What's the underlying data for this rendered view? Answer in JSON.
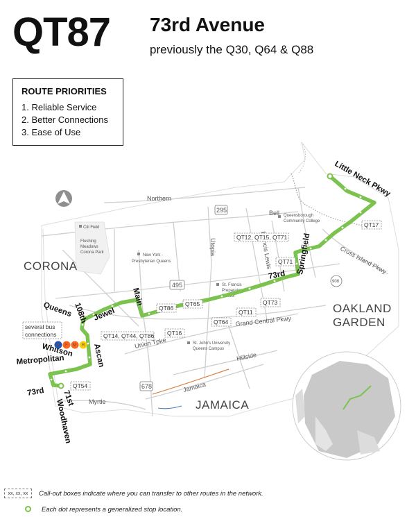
{
  "header": {
    "route_code": "QT87",
    "route_name": "73rd Avenue",
    "previous": "previously the Q30, Q64 & Q88"
  },
  "priorities": {
    "heading": "ROUTE PRIORITIES",
    "items": [
      "1. Reliable Service",
      "2. Better Connections",
      "3. Ease of Use"
    ]
  },
  "map": {
    "places": [
      "CORONA",
      "OAKLAND",
      "GARDEN",
      "JAMAICA"
    ],
    "roads": {
      "northern": "Northern",
      "utopia": "Utopia",
      "francis_lewis": "Francis Lewis",
      "bell": "Bell",
      "cross_island": "Cross Island Pkwy",
      "grand_central": "Grand Central Pkwy",
      "union_tpke": "Union Tpke",
      "hillside": "Hillside",
      "jamaica": "Jamaica",
      "myrtle": "Myrtle",
      "shield_295": "295",
      "shield_495": "495",
      "shield_908": "908",
      "shield_678": "678"
    },
    "landmarks": {
      "citi_field": "Citi Field",
      "fmcp_1": "Flushing",
      "fmcp_2": "Meadows",
      "fmcp_3": "Corona Park",
      "nyp_1": "New York -",
      "nyp_2": "Presbyterian Queens",
      "qcc_1": "Queensborough",
      "qcc_2": "Community College",
      "sfp_1": "St. Francis",
      "sfp_2": "Preparatory",
      "sfp_3": "School",
      "sju_1": "St. John's University",
      "sju_2": "Queens Campus"
    },
    "route_labels": {
      "little_neck": "Little Neck Pkwy",
      "springfield": "Springfield",
      "seventy_third_east": "73rd",
      "main": "Main",
      "jewel": "Jewel",
      "one_oh_eighth": "108th",
      "queens": "Queens",
      "whitson": "Whitson",
      "ascan": "Ascan",
      "metropolitan": "Metropolitan",
      "seventy_third_west": "73rd",
      "seventy_first": "71st",
      "woodhaven": "Woodhaven"
    },
    "callouts": {
      "qt17": "QT17",
      "qt12_15_71": "QT12, QT15, QT71",
      "qt71": "QT71",
      "qt73": "QT73",
      "qt11": "QT11",
      "qt64": "QT64",
      "qt65": "QT65",
      "qt86": "QT86",
      "qt16": "QT16",
      "qt14_44_86": "QT14, QT44, QT86",
      "several_1": "several bus",
      "several_2": "connections",
      "qt54": "QT54"
    },
    "subway_lines": [
      "E",
      "F",
      "M",
      "R"
    ],
    "subway_colors": [
      "#2850ad",
      "#ff6319",
      "#ff6319",
      "#fccc0a"
    ]
  },
  "legend": {
    "callout_sample": "xx, xx, xx",
    "callout_text": "Call-out boxes indicate where you can transfer to other routes in the network.",
    "dot_text": "Each dot represents a generalized stop location."
  },
  "colors": {
    "route_green": "#7bc24f"
  }
}
